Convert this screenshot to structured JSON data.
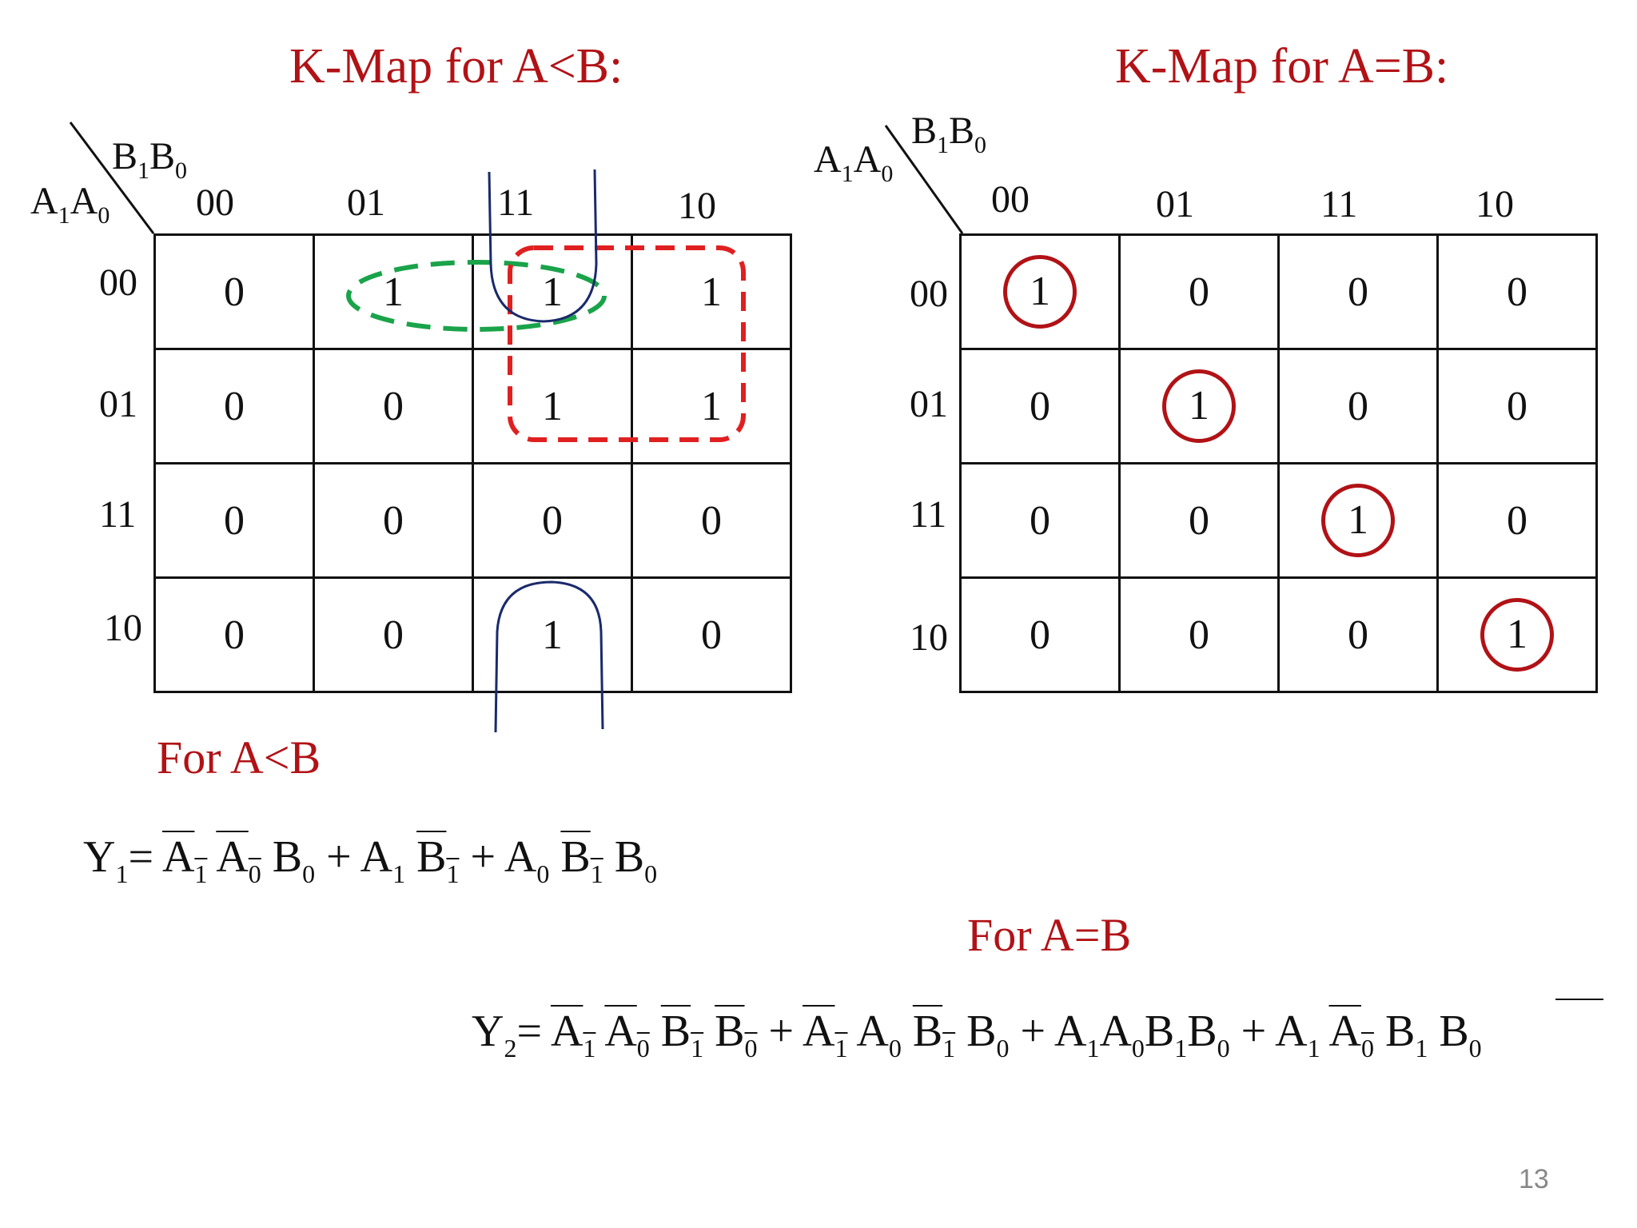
{
  "left": {
    "title": "K-Map for A<B:",
    "col_var": "B1B0",
    "row_var": "A1A0",
    "col_headers": [
      "00",
      "01",
      "11",
      "10"
    ],
    "row_headers": [
      "00",
      "01",
      "11",
      "10"
    ],
    "cells": [
      [
        "0",
        "1",
        "1",
        "1"
      ],
      [
        "0",
        "0",
        "1",
        "1"
      ],
      [
        "0",
        "0",
        "0",
        "0"
      ],
      [
        "0",
        "0",
        "1",
        "0"
      ]
    ],
    "for_label": "For A<B",
    "equation": "Y1= A1 A0 B0 + A1 B1 + A0 B1 B0"
  },
  "right": {
    "title": "K-Map for A=B:",
    "col_var": "B1B0",
    "row_var": "A1A0",
    "col_headers": [
      "00",
      "01",
      "11",
      "10"
    ],
    "row_headers": [
      "00",
      "01",
      "11",
      "10"
    ],
    "cells": [
      [
        "1",
        "0",
        "0",
        "0"
      ],
      [
        "0",
        "1",
        "0",
        "0"
      ],
      [
        "0",
        "0",
        "1",
        "0"
      ],
      [
        "0",
        "0",
        "0",
        "1"
      ]
    ],
    "for_label": "For A=B",
    "equation": "Y2= A1 A0 B1 B0 + A1 A0 B1 B0 + A1A0B1B0 + A1 A0 B1 B0"
  },
  "page_number": "13",
  "colors": {
    "title": "#b11216",
    "green_loop": "#1aa34a",
    "red_loop": "#e02020",
    "blue_loop": "#1a2a6c"
  }
}
